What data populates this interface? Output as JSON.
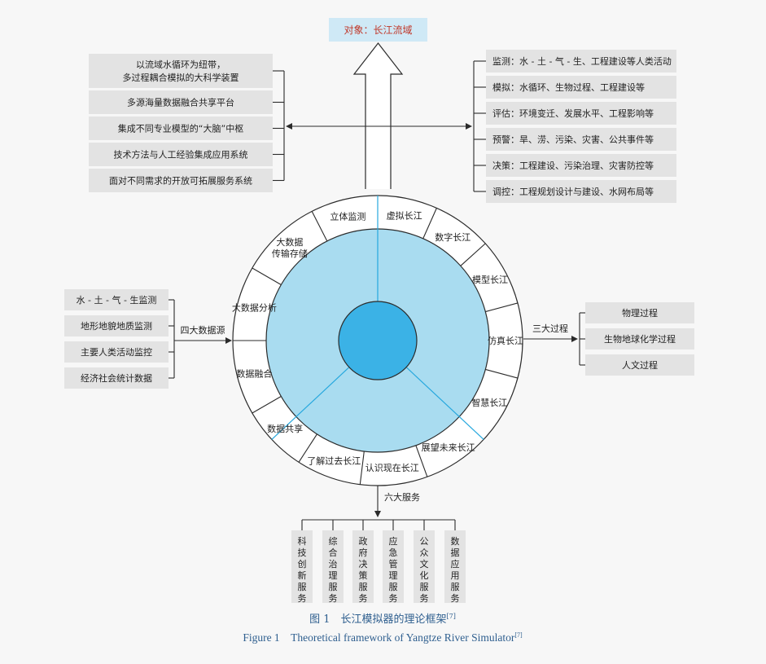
{
  "colors": {
    "box_fill": "#e3e3e3",
    "line": "#2b2b2b",
    "ring_fill": "#ffffff",
    "inner_fill": "#a9dcf0",
    "core_fill": "#3bb2e6",
    "divider_blue": "#27a8de",
    "target_fill": "#cfe9f6",
    "target_text": "#c0392b",
    "caption": "#2f5f8f"
  },
  "target": {
    "label": "对象",
    "value": "长江流域"
  },
  "left_top_boxes": [
    [
      "以流域水循环为纽带，",
      "多过程耦合模拟的大科学装置"
    ],
    [
      "多源海量数据融合共享平台"
    ],
    [
      "集成不同专业模型的“大脑”中枢"
    ],
    [
      "技术方法与人工经验集成应用系统"
    ],
    [
      "面对不同需求的开放可拓展服务系统"
    ]
  ],
  "right_top_boxes": [
    {
      "k": "监测",
      "v": "水 - 土 - 气 - 生、工程建设等人类活动"
    },
    {
      "k": "模拟",
      "v": "水循环、生物过程、工程建设等"
    },
    {
      "k": "评估",
      "v": "环境变迁、发展水平、工程影响等"
    },
    {
      "k": "预警",
      "v": "旱、涝、污染、灾害、公共事件等"
    },
    {
      "k": "决策",
      "v": "工程建设、污染治理、灾害防控等"
    },
    {
      "k": "调控",
      "v": "工程规划设计与建设、水网布局等"
    }
  ],
  "left_mid": {
    "boxes": [
      "水 - 土 - 气 - 生监测",
      "地形地貌地质监测",
      "主要人类活动监控",
      "经济社会统计数据"
    ],
    "label": "四大数据源"
  },
  "right_mid": {
    "boxes": [
      "物理过程",
      "生物地球化学过程",
      "人文过程"
    ],
    "label": "三大过程"
  },
  "ring_labels": [
    [
      "立体监测"
    ],
    [
      "虚拟长江"
    ],
    [
      "数字长江"
    ],
    [
      "模型长江"
    ],
    [
      "仿真长江"
    ],
    [
      "智慧长江"
    ],
    [
      "展望未来长江"
    ],
    [
      "认识现在长江"
    ],
    [
      "了解过去长江"
    ],
    [
      "数据共享"
    ],
    [
      "数据融合"
    ],
    [
      "大数据分析"
    ],
    [
      "大数据",
      "传输存储"
    ]
  ],
  "bottom": {
    "label": "六大服务",
    "services": [
      "科技创新服务",
      "综合治理服务",
      "政府决策服务",
      "应急管理服务",
      "公众文化服务",
      "数据应用服务"
    ]
  },
  "caption": {
    "cn": "图 1　长江模拟器的理论框架",
    "cn_ref": "[7]",
    "en": "Figure 1　Theoretical framework of Yangtze River Simulator",
    "en_ref": "[7]"
  }
}
